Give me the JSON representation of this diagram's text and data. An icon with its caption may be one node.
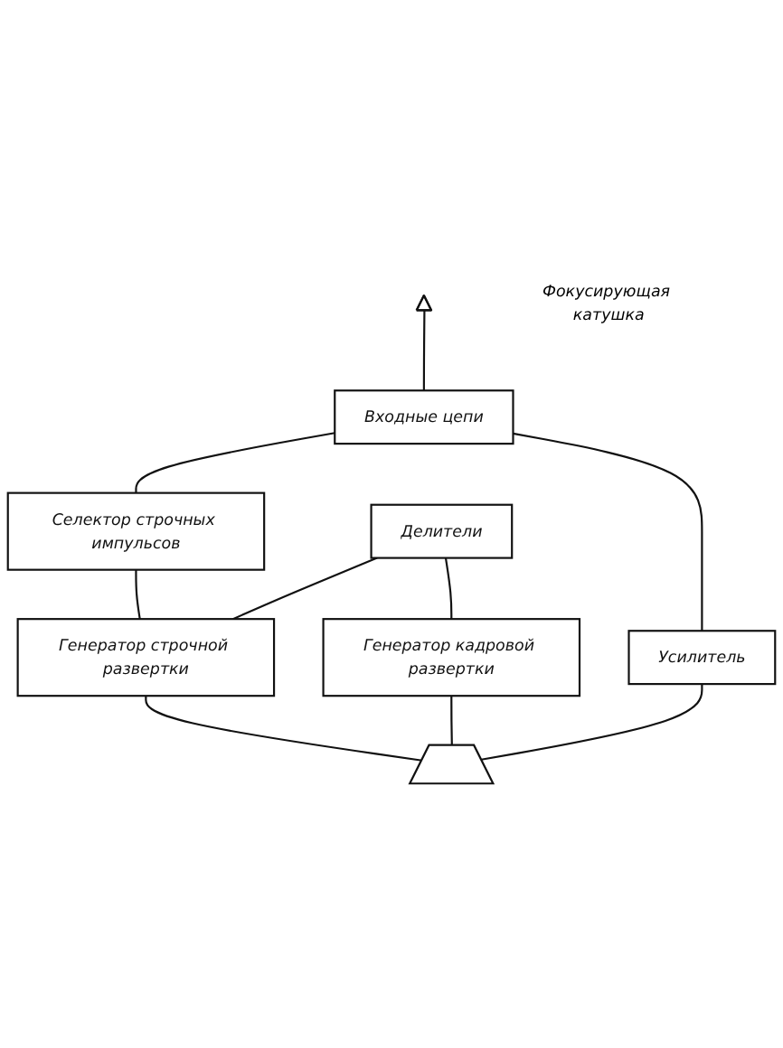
{
  "diagram": {
    "nodes": [
      {
        "text": [],
        "shape": "triangle"
      },
      {
        "text": [
          "Входные цепи"
        ]
      },
      {
        "text": [
          "Селектор строчных импульсов"
        ]
      },
      {
        "text": [
          "Делители"
        ]
      },
      {
        "text": [
          "Генератор строчной развертки"
        ]
      },
      {
        "text": [
          "Генератор кадровой развертки"
        ]
      },
      {
        "text": [
          "Усилитель"
        ]
      },
      {
        "text": [],
        "shape": "trapezoid"
      },
      {
        "text": [
          "Фокусирующая катушка"
        ]
      }
    ],
    "edges": [
      {
        "from": 0,
        "to": 1,
        "arrow": "none"
      },
      {
        "from": 1,
        "to": 2,
        "arrow": "none"
      },
      {
        "from": 2,
        "to": 4,
        "arrow": "none"
      },
      {
        "from": 3,
        "to": 4,
        "arrow": "none"
      },
      {
        "from": 3,
        "to": 5,
        "arrow": "none"
      },
      {
        "from": 1,
        "to": 6,
        "arrow": "none"
      },
      {
        "from": 5,
        "to": 7,
        "arrow": "none"
      },
      {
        "from": 4,
        "to": 7,
        "arrow": "none"
      },
      {
        "from": 6,
        "to": 7,
        "arrow": "none"
      }
    ]
  }
}
